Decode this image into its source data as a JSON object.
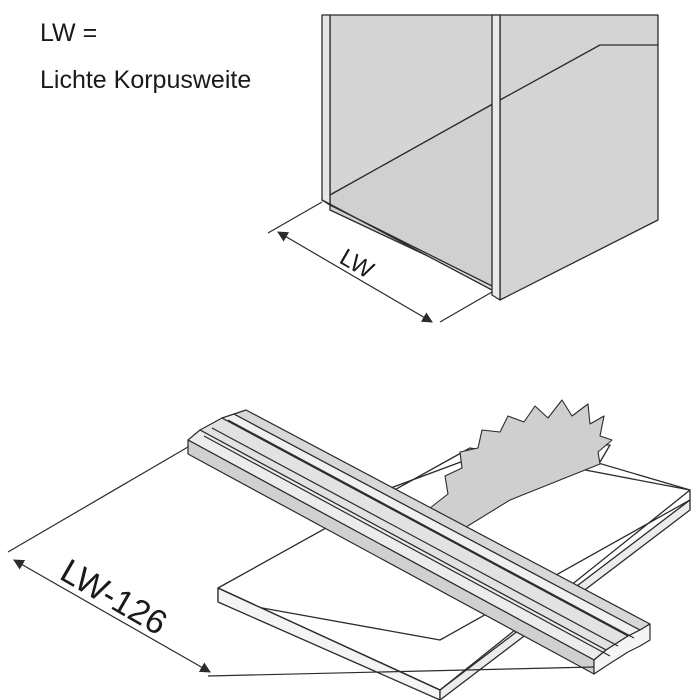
{
  "legend": {
    "line1": "LW =",
    "line2": "Lichte Korpusweite"
  },
  "dimensions": {
    "cabinet_label": "LW",
    "cut_label": "LW-126"
  },
  "colors": {
    "cabinet_fill": "#d7d7d7",
    "cabinet_edge": "#e9e9e9",
    "line": "#2b2b2b",
    "board_fill": "#ffffff",
    "blade_fill": "#cfcfcf",
    "rail_fill": "#e3e3e3"
  }
}
